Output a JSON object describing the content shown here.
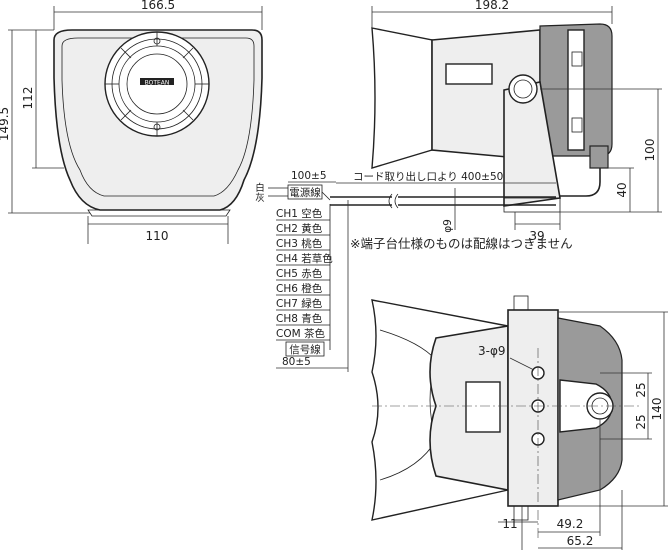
{
  "front_view": {
    "width_label": "166.5",
    "height_outer_label": "149.5",
    "height_inner_label": "112",
    "bottom_width_label": "110",
    "logo_text": "BOTEAN"
  },
  "side_view": {
    "length_label": "198.2",
    "height_100_label": "100",
    "height_40_label": "40",
    "base_label": "39",
    "diameter_label": "φ9"
  },
  "cable": {
    "lead_length_label": "100±5",
    "cord_label": "コード取り出し口より 400±50",
    "strip_length_label": "80±5",
    "white_label": "白",
    "grey_label": "灰",
    "power_wire_label": "電源線",
    "signal_wire_label": "信号線",
    "channels": [
      "CH1 空色",
      "CH2 黄色",
      "CH3 桃色",
      "CH4 若草色",
      "CH5 赤色",
      "CH6 橙色",
      "CH7 緑色",
      "CH8 青色",
      "COM 茶色"
    ]
  },
  "note": "※端子台仕様のものは配線はつきません",
  "bottom_view": {
    "holes_label": "3-φ9",
    "spacing_top_label": "25",
    "spacing_bottom_label": "25",
    "height_label": "140",
    "dim_11_label": "11",
    "dim_49_label": "49.2",
    "dim_65_label": "65.2"
  }
}
